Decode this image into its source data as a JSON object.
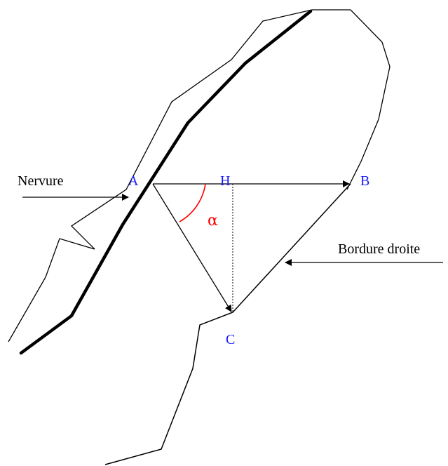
{
  "labels": {
    "nervure": "Nervure",
    "bordure": "Bordure droite",
    "point_a": "A",
    "point_h": "H",
    "point_b": "B",
    "point_c": "C",
    "angle": "α"
  },
  "colors": {
    "outline": "#000000",
    "point_label": "#1a1aff",
    "angle": "#ff0000",
    "text": "#000000"
  }
}
